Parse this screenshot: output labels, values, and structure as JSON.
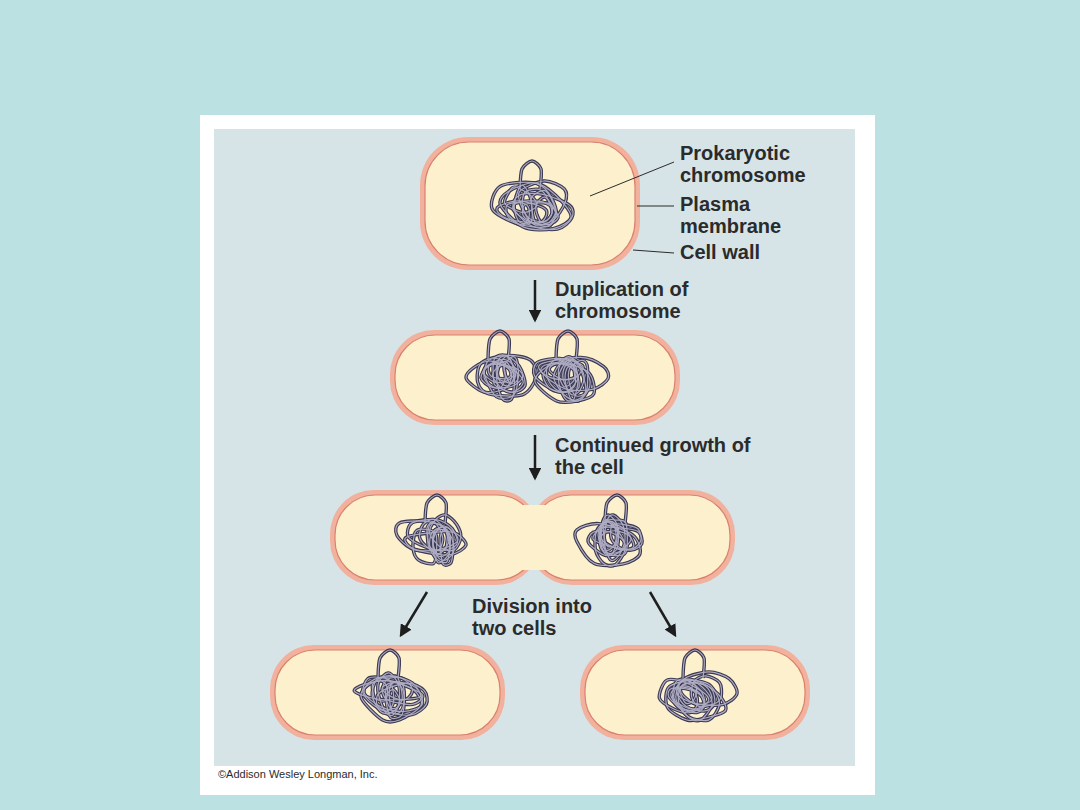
{
  "diagram": {
    "labels": [
      "Prokaryotic chromosome",
      "Plasma membrane",
      "Cell wall",
      "Duplication of chromosome",
      "Continued growth of the cell",
      "Division into two cells",
      "©Addison Wesley Longman, Inc."
    ]
  }
}
